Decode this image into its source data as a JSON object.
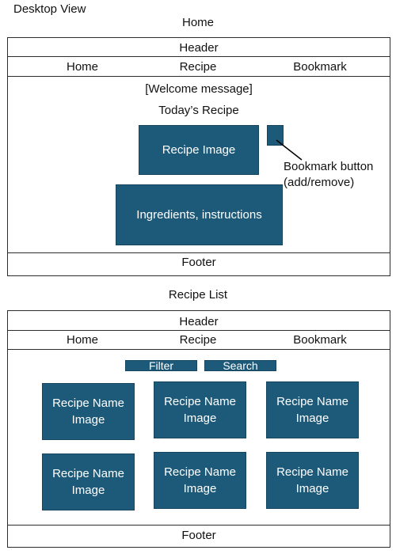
{
  "view_label": "Desktop View",
  "colors": {
    "box_fill": "#1d5a7a",
    "box_border": "#16465f",
    "frame_border": "#2c2c2c"
  },
  "home": {
    "title": "Home",
    "header": "Header",
    "nav": [
      "Home",
      "Recipe",
      "Bookmark"
    ],
    "welcome": "[Welcome message]",
    "todays_recipe": "Today’s Recipe",
    "recipe_image": "Recipe Image",
    "ingredients": "Ingredients, instructions",
    "bookmark_annotation_line1": "Bookmark button",
    "bookmark_annotation_line2": "(add/remove)",
    "footer": "Footer"
  },
  "recipe_list": {
    "title": "Recipe List",
    "header": "Header",
    "nav": [
      "Home",
      "Recipe",
      "Bookmark"
    ],
    "filter_label": "Filter",
    "search_label": "Search",
    "cards": [
      {
        "line1": "Recipe Name",
        "line2": "Image"
      },
      {
        "line1": "Recipe Name",
        "line2": "Image"
      },
      {
        "line1": "Recipe Name",
        "line2": "Image"
      },
      {
        "line1": "Recipe Name",
        "line2": "Image"
      },
      {
        "line1": "Recipe Name",
        "line2": "Image"
      },
      {
        "line1": "Recipe Name",
        "line2": "Image"
      }
    ],
    "footer": "Footer"
  }
}
